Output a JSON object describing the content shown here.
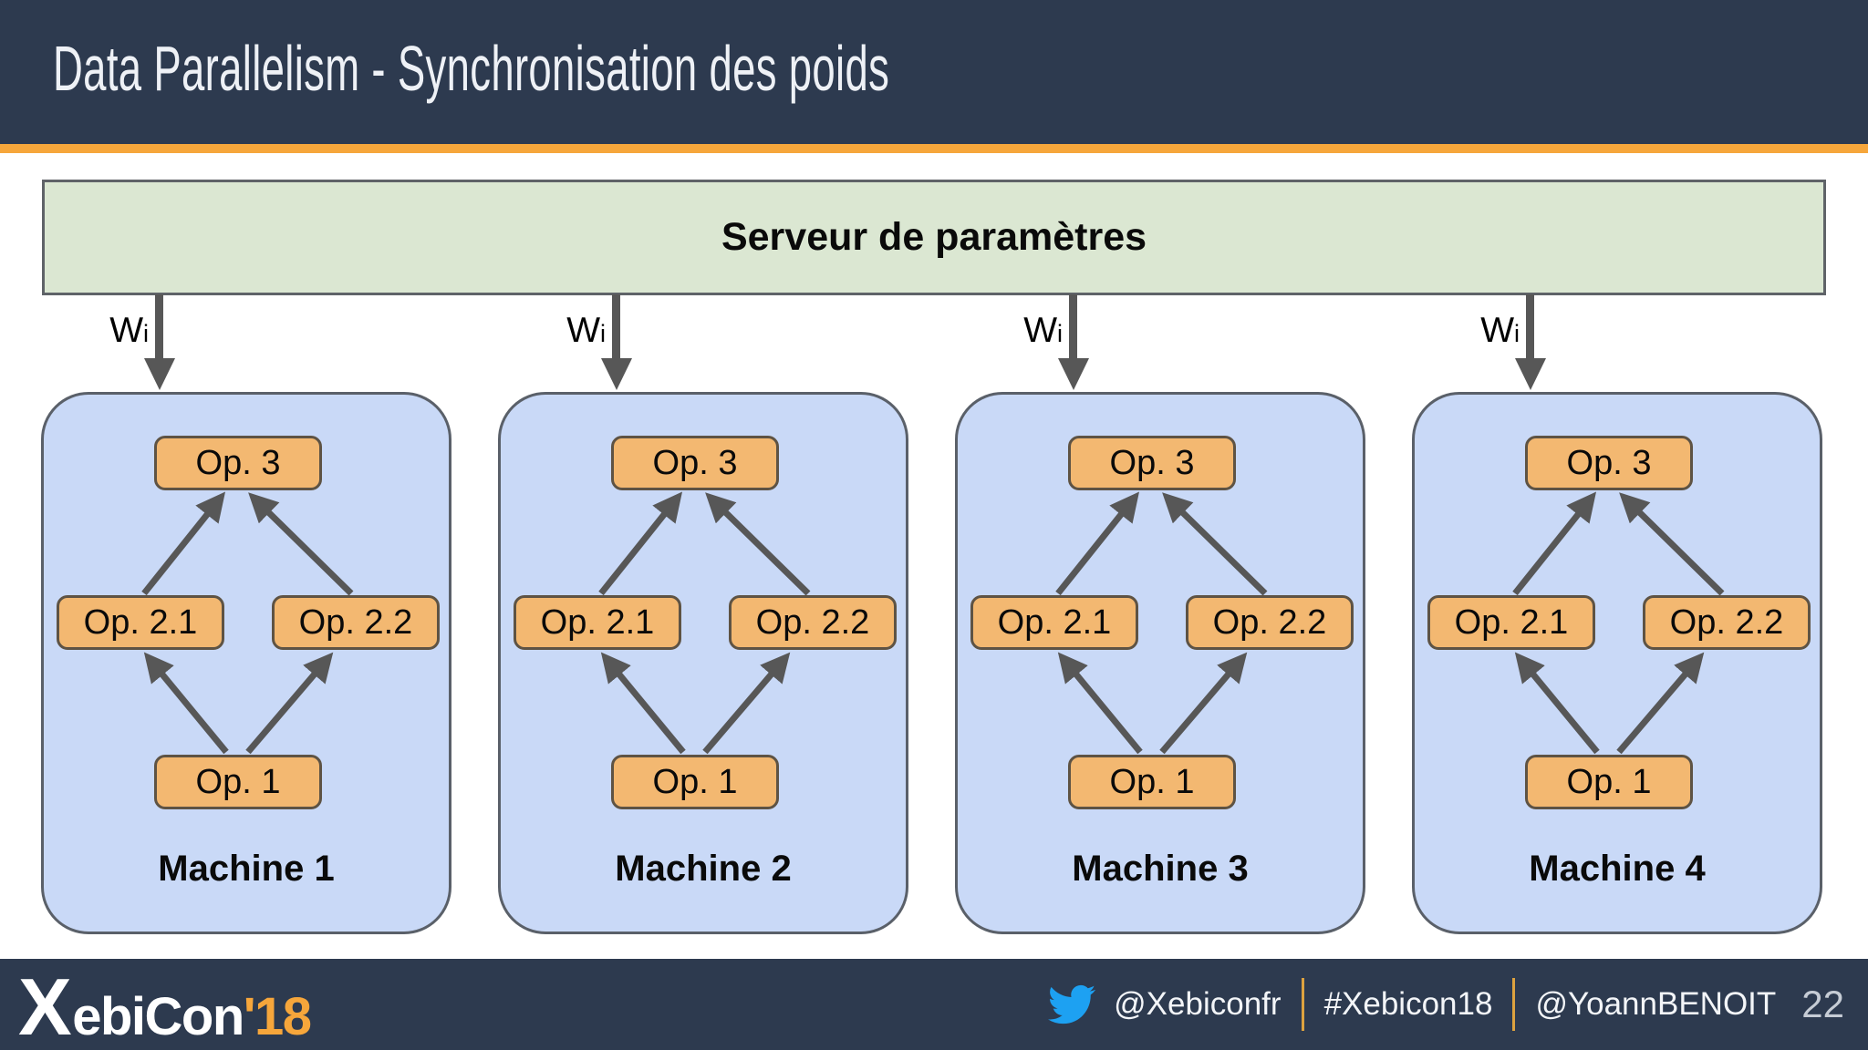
{
  "header": {
    "title": "Data Parallelism - Synchronisation des poids"
  },
  "server": {
    "label": "Serveur de paramètres"
  },
  "weights": {
    "symbol": "W",
    "subscript": "i"
  },
  "machines": [
    {
      "name": "Machine 1",
      "op1": "Op. 1",
      "op21": "Op. 2.1",
      "op22": "Op. 2.2",
      "op3": "Op. 3"
    },
    {
      "name": "Machine 2",
      "op1": "Op. 1",
      "op21": "Op. 2.1",
      "op22": "Op. 2.2",
      "op3": "Op. 3"
    },
    {
      "name": "Machine 3",
      "op1": "Op. 1",
      "op21": "Op. 2.1",
      "op22": "Op. 2.2",
      "op3": "Op. 3"
    },
    {
      "name": "Machine 4",
      "op1": "Op. 1",
      "op21": "Op. 2.1",
      "op22": "Op. 2.2",
      "op3": "Op. 3"
    }
  ],
  "footer": {
    "logo_text": "XebiCon",
    "logo_year": "'18",
    "twitter_icon": "twitter-bird-icon",
    "handles": [
      "@Xebiconfr",
      "#Xebicon18",
      "@YoannBENOIT"
    ],
    "page_number": "22"
  },
  "colors": {
    "header_bg": "#2d3a4f",
    "accent_orange": "#f6a63b",
    "server_green": "#dbe7d2",
    "machine_blue": "#c9d9f7",
    "op_orange": "#f3b871",
    "arrow_gray": "#575757",
    "twitter_blue": "#1da1f2",
    "page_number_gray": "#c6ccd5"
  }
}
